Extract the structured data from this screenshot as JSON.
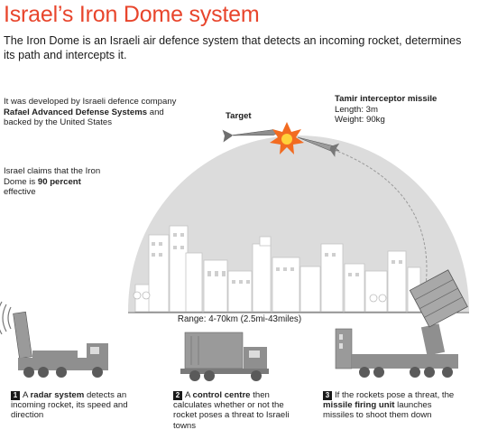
{
  "header": {
    "title": "Israel’s Iron Dome system",
    "subtitle": "The Iron Dome is an Israeli air defence system that detects an incoming rocket, determines its path and intercepts it."
  },
  "notes": {
    "developer": {
      "pre": "It was developed by Israeli defence company ",
      "company": "Rafael Advanced Defense Systems",
      "post": " and backed by the United States"
    },
    "claim": {
      "pre": "Israel claims that the Iron Dome is ",
      "strong": "90 percent",
      "post": " effective"
    }
  },
  "missile": {
    "title": "Tamir interceptor missile",
    "length": "Length: 3m",
    "weight": "Weight: 90kg"
  },
  "target_label": "Target",
  "range_label": "Range: 4-70km (2.5mi-43miles)",
  "steps": [
    {
      "num": "1",
      "pre": "A ",
      "strong": "radar system",
      "post": " detects an incoming rocket, its speed and direction"
    },
    {
      "num": "2",
      "pre": "A ",
      "strong": "control centre",
      "post": " then calculates whether or not the rocket poses a threat to Israeli towns"
    },
    {
      "num": "3",
      "pre": "If the rockets pose a threat, the ",
      "strong": "missile firing unit",
      "post": " launches missiles to shoot them down"
    }
  ],
  "colors": {
    "title": "#e8452c",
    "dome": "#dcdcdc",
    "buildings": "#ffffff",
    "vehicle": "#8f8f8f",
    "explosion": "#f26b21"
  }
}
